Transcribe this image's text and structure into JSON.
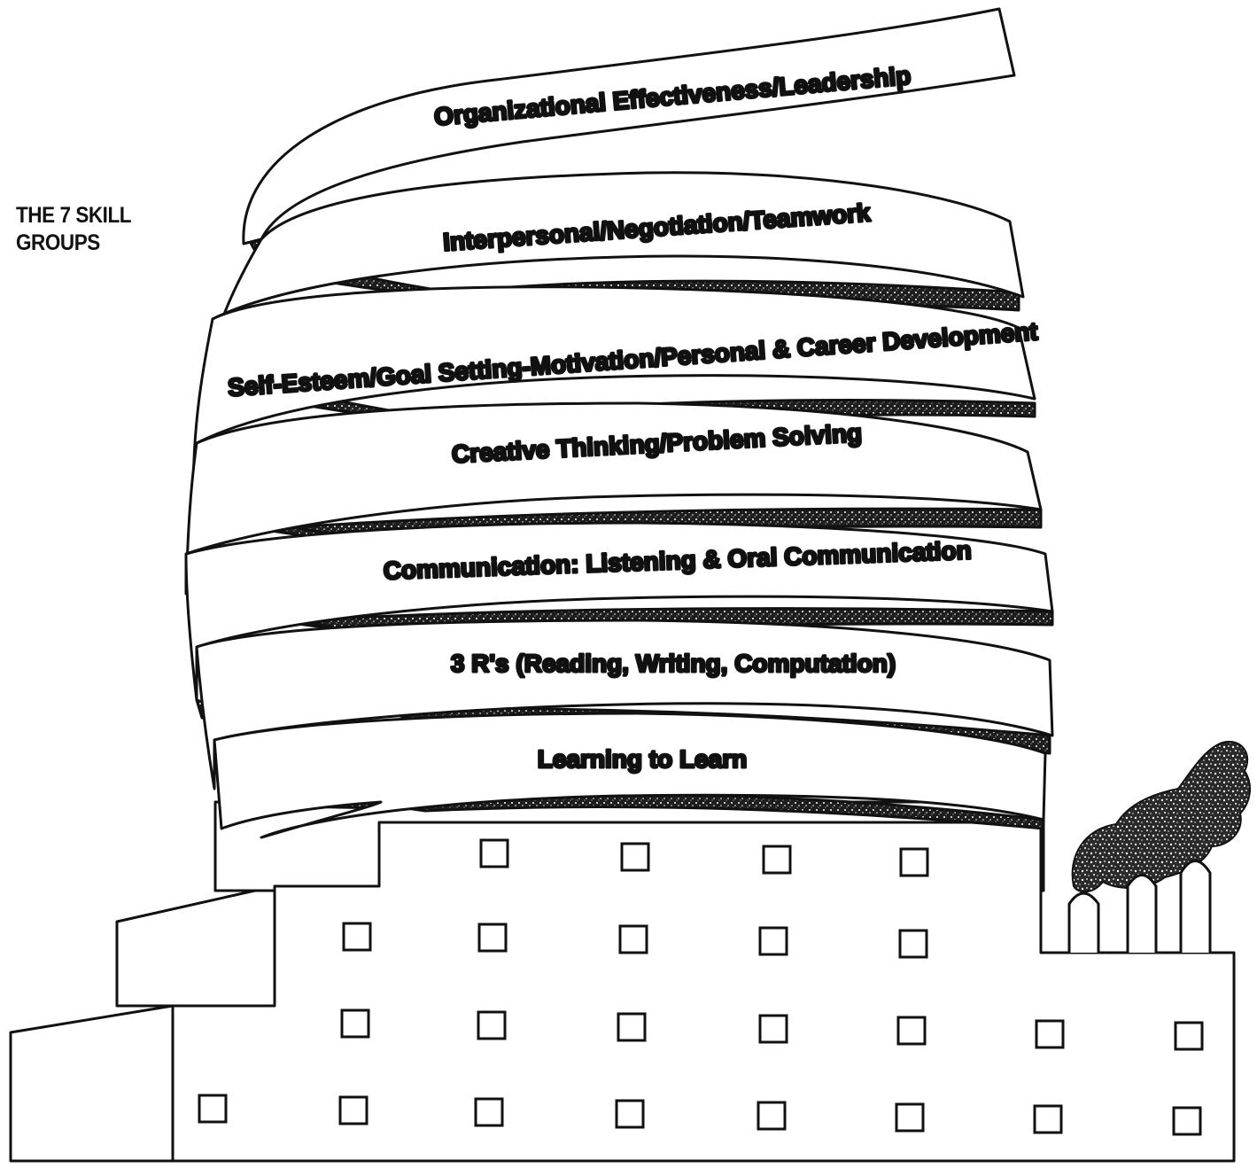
{
  "title": {
    "line1": "THE 7 SKILL",
    "line2": "GROUPS"
  },
  "skill_groups": [
    "Organizational Effectiveness/Leadership",
    "Interpersonal/Negotiation/Teamwork",
    "Self-Esteem/Goal Setting-Motivation/Personal & Career Development",
    "Creative Thinking/Problem Solving",
    "Communication: Listening & Oral Communication",
    "3 R's (Reading, Writing, Computation)",
    "Learning to Learn"
  ],
  "colors": {
    "ink": "#111111",
    "ribbon": "#ffffff",
    "shadow": "#1a1a1a",
    "smoke": "#2a2a2a"
  }
}
